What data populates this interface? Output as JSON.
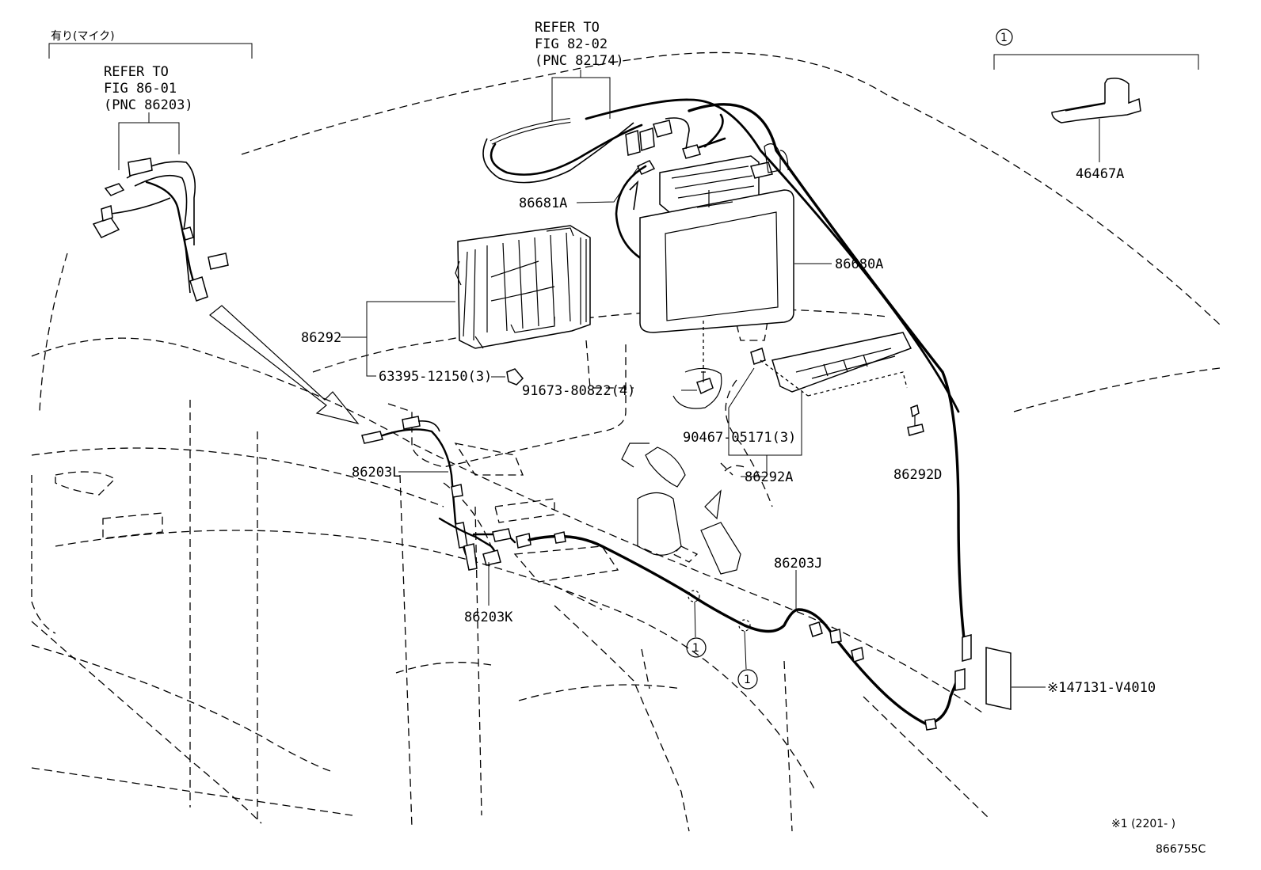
{
  "labels": {
    "mic_header": "有り(マイク)",
    "ref1_line1": "REFER TO",
    "ref1_line2": "FIG 86-01",
    "ref1_line3": "(PNC 86203)",
    "ref2_line1": "REFER TO",
    "ref2_line2": "FIG 82-02",
    "ref2_line3": "(PNC 82174)",
    "circle_one": "1",
    "p46467A": "46467A",
    "p86681A": "86681A",
    "p86680A": "86680A",
    "p86292": "86292",
    "p63395": "63395-12150(3)",
    "p91673": "91673-80822(4)",
    "p90467": "90467-05171(3)",
    "p86292A": "86292A",
    "p86292D": "86292D",
    "p86203L": "86203L",
    "p86203K": "86203K",
    "p86203J": "86203J",
    "p147131": "※147131-V4010",
    "footnote": "※1 (2201-      )",
    "fig_code": "866755C"
  }
}
